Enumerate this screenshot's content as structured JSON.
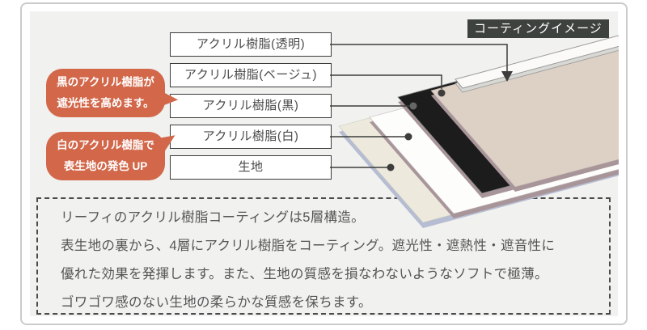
{
  "header": {
    "tag_label": "コーティングイメージ"
  },
  "diagram": {
    "layer_labels": [
      "アクリル樹脂(透明)",
      "アクリル樹脂(ベージュ)",
      "アクリル樹脂(黒)",
      "アクリル樹脂(白)",
      "生地"
    ],
    "callouts": {
      "black_layer_note": "黒のアクリル樹脂が\n遮光性を高めます。",
      "white_layer_note": "白のアクリル樹脂で\n表生地の発色 UP"
    },
    "colors": {
      "callout_bg": "#d2674a",
      "tag_bg": "#3e423f",
      "panel_bg": "#f1f1ef",
      "connector_line": "#3d3d3d",
      "clear_layer": "#fbfaf8",
      "clear_edge": "#d8d8d4",
      "beige_layer": "#ddd0c5",
      "black_layer": "#1c1c1c",
      "white_layer": "#fdfdfc",
      "fabric_layer": "#edeadd",
      "side_edge": "#a89599",
      "fabric_edge": "#b6bdd2"
    }
  },
  "description": {
    "text": "リーフィのアクリル樹脂コーティングは5層構造。\n表生地の裏から、4層にアクリル樹脂をコーティング。遮光性・遮熱性・遮音性に\n優れた効果を発揮します。また、生地の質感を損なわないようなソフトで極薄。\nゴワゴワ感のない生地の柔らかな質感を保ちます。"
  }
}
